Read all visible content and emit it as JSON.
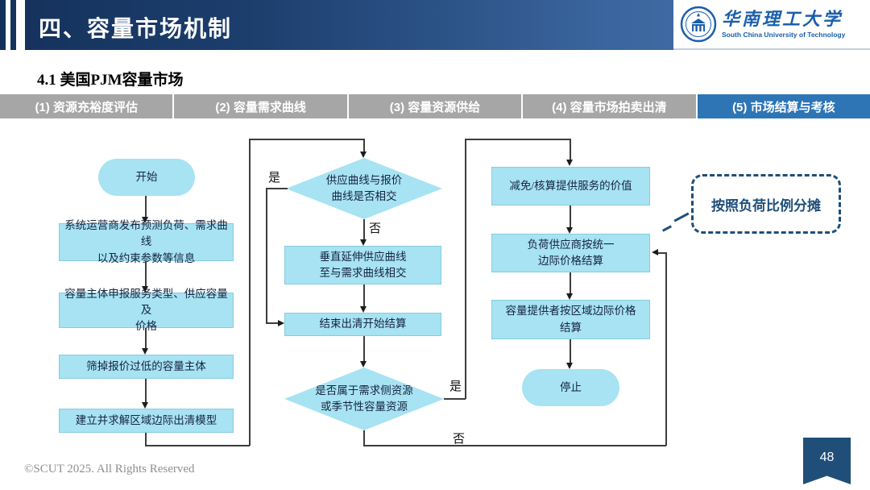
{
  "header": {
    "title": "四、容量市场机制",
    "logo_cn": "华南理工大学",
    "logo_en": "South China University of Technology"
  },
  "subtitle": "4.1 美国PJM容量市场",
  "tabs": [
    "(1)  资源充裕度评估",
    "(2)  容量需求曲线",
    "(3)  容量资源供给",
    "(4)  容量市场拍卖出清",
    "(5)  市场结算与考核"
  ],
  "active_tab_index": 4,
  "flow": {
    "start": "开始",
    "publish": "系统运营商发布预测负荷、需求曲线\n以及约束参数等信息",
    "declare": "容量主体申报服务类型、供应容量及\n价格",
    "filter": "筛掉报价过低的容量主体",
    "model": "建立并求解区域边际出清模型",
    "d1": "供应曲线与报价\n曲线是否相交",
    "extend": "垂直延伸供应曲线\n至与需求曲线相交",
    "settle": "结束出清开始结算",
    "d2": "是否属于需求侧资源\n或季节性容量资源",
    "deduct": "减免/核算提供服务的价值",
    "load_settle": "负荷供应商按统一\n边际价格结算",
    "provider_settle": "容量提供者按区域边际价格\n结算",
    "stop": "停止",
    "yes": "是",
    "no": "否"
  },
  "callout": "按照负荷比例分摊",
  "footer": "©SCUT 2025. All Rights Reserved",
  "page_number": "48",
  "colors": {
    "header_dark": "#14315B",
    "header_light": "#4A76AC",
    "tab_inactive": "#A6A6A6",
    "tab_active": "#2E75B6",
    "node_fill": "#A7E3F2",
    "node_text": "#16233F",
    "callout_blue": "#1F4E79",
    "page_badge": "#1F4E79"
  }
}
